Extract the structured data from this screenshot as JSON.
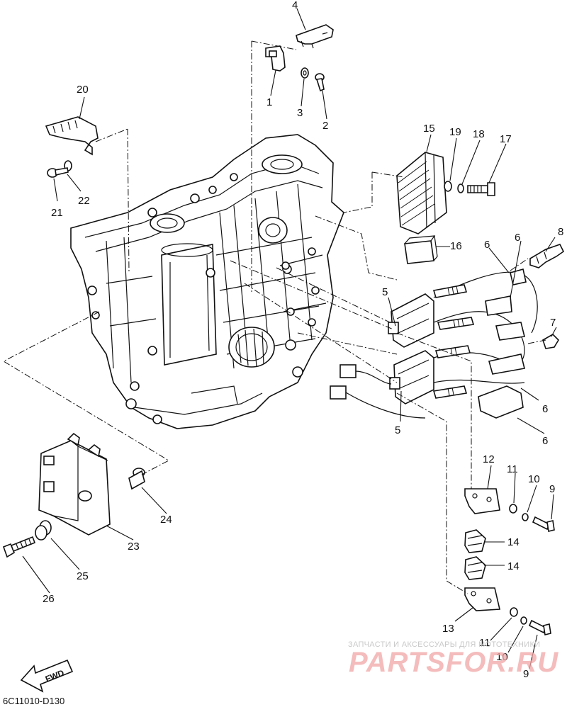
{
  "diagram": {
    "code": "6C11010-D130",
    "fwd_label": "FWD",
    "callouts": [
      "1",
      "2",
      "3",
      "4",
      "5",
      "5",
      "6",
      "6",
      "6",
      "6",
      "7",
      "8",
      "9",
      "9",
      "10",
      "10",
      "11",
      "11",
      "12",
      "13",
      "14",
      "14",
      "15",
      "16",
      "17",
      "18",
      "19",
      "20",
      "21",
      "22",
      "23",
      "24",
      "25",
      "26"
    ]
  },
  "watermark": {
    "caption": "ЗАПЧАСТИ И АКСЕССУАРЫ ДЛЯ МОТОТЕХНИКИ",
    "brand": "PARTSFOR.RU"
  }
}
